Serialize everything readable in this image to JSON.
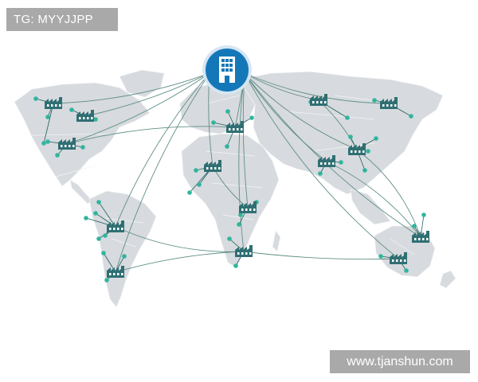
{
  "watermarks": {
    "top_left": "TG: MYYJJPP",
    "bottom_right": "www.tjanshun.com"
  },
  "colors": {
    "land": "#d7dade",
    "border": "#f4f5f6",
    "route": "#5f8f87",
    "factory": "#2f6f73",
    "node": "#2fb59e",
    "link": "#1f5f5d",
    "hq": "#1478b8",
    "hq_ring": "#d5e6f2"
  },
  "map": {
    "hub": {
      "name": "headquarters-icon",
      "kind": "office-building"
    },
    "sites": [
      {
        "name": "factory-north-america-west",
        "icon": "factory-icon"
      },
      {
        "name": "factory-north-america-central",
        "icon": "factory-icon"
      },
      {
        "name": "factory-north-america-east",
        "icon": "factory-icon"
      },
      {
        "name": "factory-south-america-north",
        "icon": "factory-icon"
      },
      {
        "name": "factory-south-america-south",
        "icon": "factory-icon"
      },
      {
        "name": "factory-europe",
        "icon": "factory-icon"
      },
      {
        "name": "factory-west-africa",
        "icon": "factory-icon"
      },
      {
        "name": "factory-central-africa",
        "icon": "factory-icon"
      },
      {
        "name": "factory-southern-africa",
        "icon": "factory-icon"
      },
      {
        "name": "factory-russia",
        "icon": "factory-icon"
      },
      {
        "name": "factory-siberia",
        "icon": "factory-icon"
      },
      {
        "name": "factory-east-asia",
        "icon": "factory-icon"
      },
      {
        "name": "factory-south-asia",
        "icon": "factory-icon"
      },
      {
        "name": "factory-australia-north",
        "icon": "factory-icon"
      },
      {
        "name": "factory-australia-south",
        "icon": "factory-icon"
      }
    ]
  }
}
